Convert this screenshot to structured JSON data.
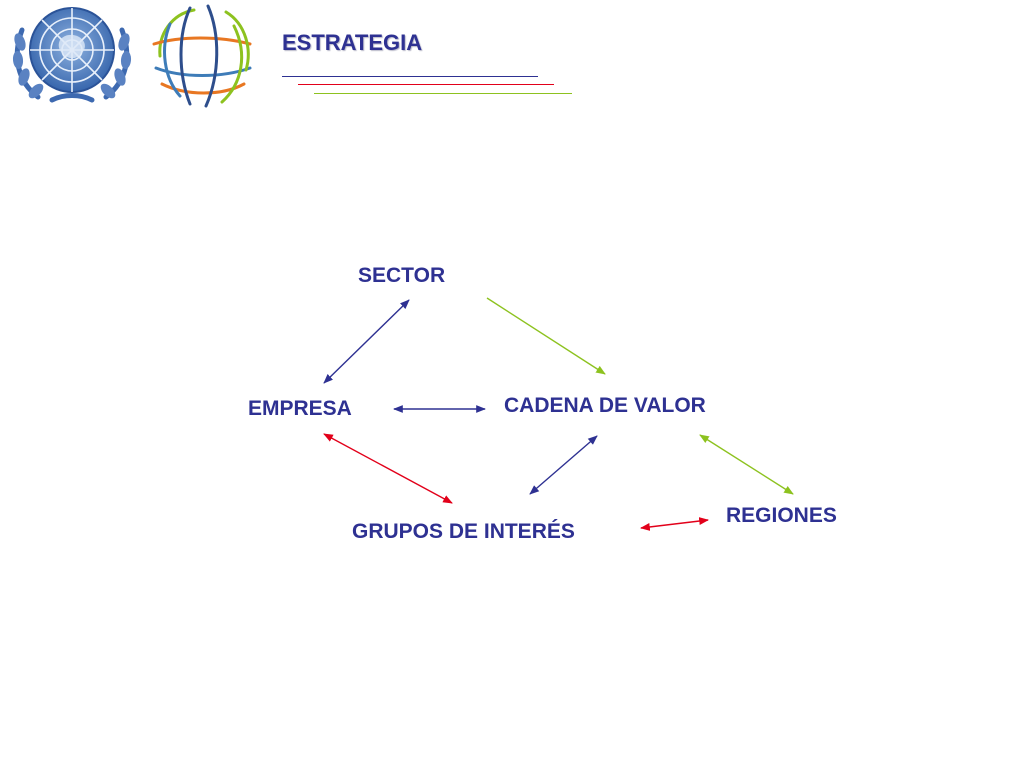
{
  "header": {
    "title": "ESTRATEGIA",
    "logos": [
      "un-emblem-icon",
      "globe-lines-icon"
    ]
  },
  "colors": {
    "text": "#2E3192",
    "blue": "#2E3192",
    "green": "#8DC21F",
    "red": "#E2001A",
    "orange": "#E87722",
    "lightblue": "#3E7CB8"
  },
  "diagram": {
    "nodes": [
      {
        "id": "sector",
        "label": "SECTOR"
      },
      {
        "id": "empresa",
        "label": "EMPRESA"
      },
      {
        "id": "cadena",
        "label": "CADENA DE VALOR"
      },
      {
        "id": "grupos",
        "label": "GRUPOS DE INTERÉS"
      },
      {
        "id": "regiones",
        "label": "REGIONES"
      }
    ],
    "edges": [
      {
        "id": "sector-empresa",
        "from": "sector",
        "to": "empresa",
        "color": "blue",
        "direction": "both"
      },
      {
        "id": "sector-cadena",
        "from": "sector",
        "to": "cadena",
        "color": "green",
        "direction": "forward"
      },
      {
        "id": "empresa-cadena",
        "from": "empresa",
        "to": "cadena",
        "color": "blue",
        "direction": "both"
      },
      {
        "id": "empresa-grupos",
        "from": "empresa",
        "to": "grupos",
        "color": "red",
        "direction": "both"
      },
      {
        "id": "cadena-grupos",
        "from": "cadena",
        "to": "grupos",
        "color": "blue",
        "direction": "both"
      },
      {
        "id": "cadena-regiones",
        "from": "cadena",
        "to": "regiones",
        "color": "green",
        "direction": "both"
      },
      {
        "id": "grupos-regiones",
        "from": "grupos",
        "to": "regiones",
        "color": "red",
        "direction": "both"
      }
    ]
  }
}
